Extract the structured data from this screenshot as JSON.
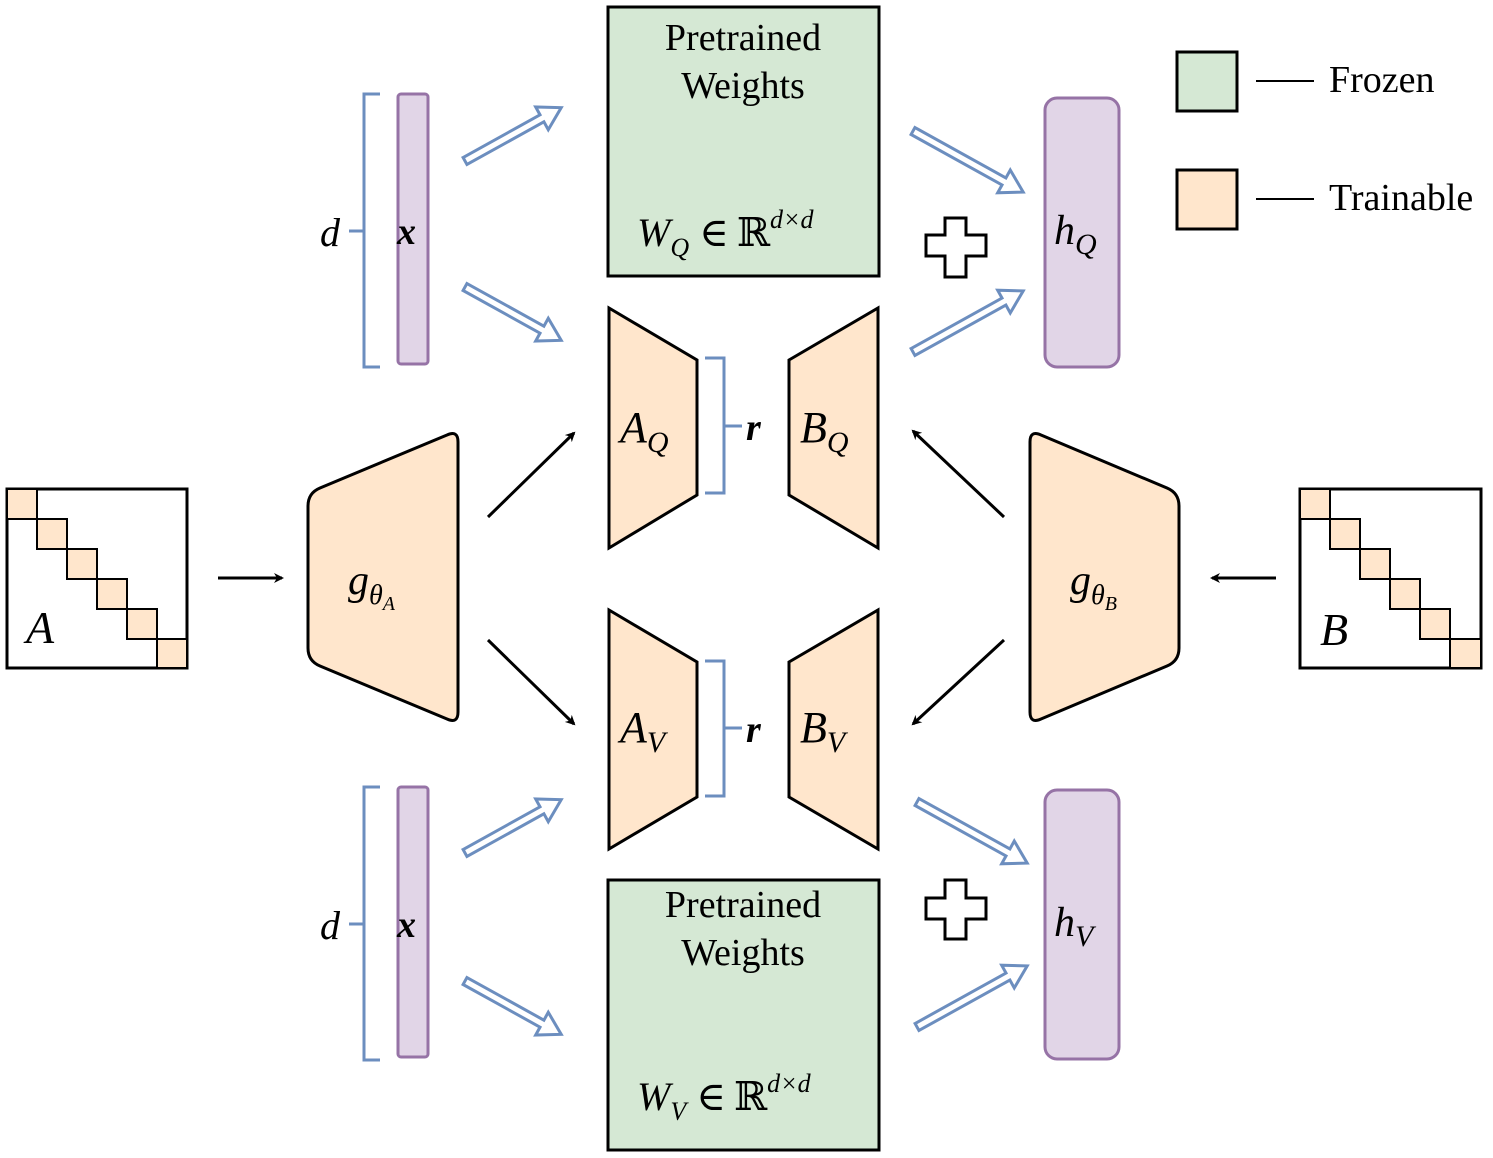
{
  "colors": {
    "frozen": "#d5e8d4",
    "trainable": "#ffe6cc",
    "activation": "#e1d5e7",
    "activation_border": "#9673a6",
    "bracket": "#6c8ebf",
    "stroke": "#000000"
  },
  "legend": {
    "frozen_label": "Frozen",
    "trainable_label": "Trainable"
  },
  "top": {
    "pretrained_line1": "Pretrained",
    "pretrained_line2": "Weights",
    "weight_symbol": "W",
    "weight_subscript": "Q",
    "weight_in": "∈",
    "weight_space": "ℝ",
    "weight_dims": "d×d",
    "input_symbol": "x",
    "dim_symbol": "d",
    "output_symbol": "h",
    "output_subscript": "Q",
    "A_symbol": "A",
    "A_subscript": "Q",
    "B_symbol": "B",
    "B_subscript": "Q",
    "rank_symbol": "r"
  },
  "bottom": {
    "pretrained_line1": "Pretrained",
    "pretrained_line2": "Weights",
    "weight_symbol": "W",
    "weight_subscript": "V",
    "weight_in": "∈",
    "weight_space": "ℝ",
    "weight_dims": "d×d",
    "input_symbol": "x",
    "dim_symbol": "d",
    "output_symbol": "h",
    "output_subscript": "V",
    "A_symbol": "A",
    "A_subscript": "V",
    "B_symbol": "B",
    "B_subscript": "V",
    "rank_symbol": "r"
  },
  "generator_A": {
    "symbol": "g",
    "subscript": "θ",
    "subsubscript": "A"
  },
  "generator_B": {
    "symbol": "g",
    "subscript": "θ",
    "subsubscript": "B"
  },
  "matrix_A": {
    "label": "A"
  },
  "matrix_B": {
    "label": "B"
  },
  "icons": [
    "plus-icon",
    "hollow-arrow-icon",
    "arrow-icon",
    "bracket-icon",
    "block-diagonal-matrix-icon"
  ]
}
